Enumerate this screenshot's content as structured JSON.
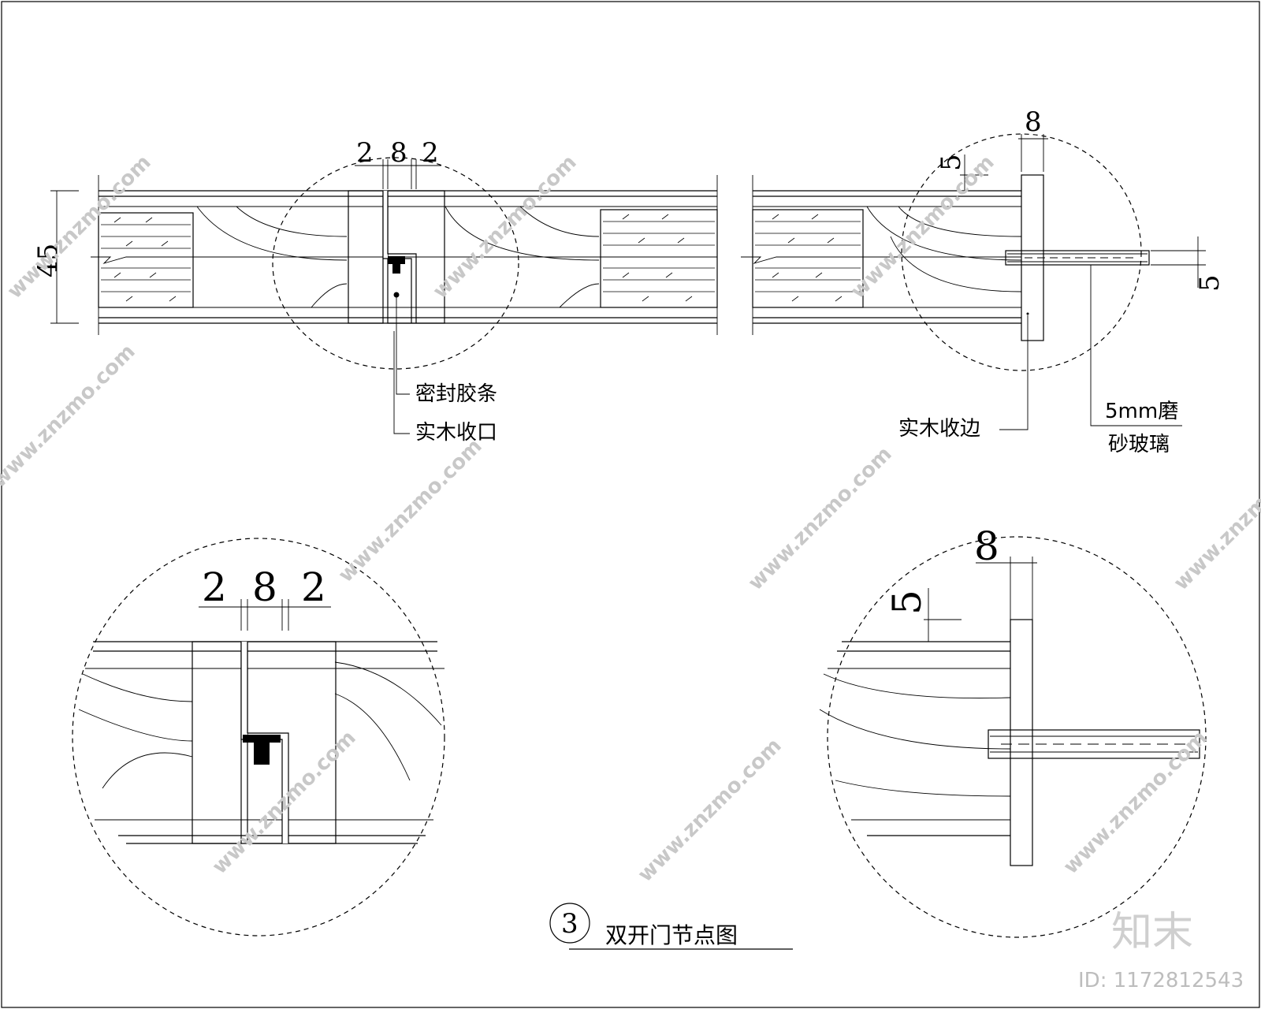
{
  "dimensions": {
    "top_left": [
      "2",
      "8",
      "2"
    ],
    "thickness": "45",
    "top_right_width": "8",
    "top_right_offset": "5",
    "glass_thickness": "5",
    "detail_left": [
      "2",
      "8",
      "2"
    ],
    "detail_right_width": "8",
    "detail_right_offset": "5"
  },
  "labels": {
    "seal_strip": "密封胶条",
    "solid_wood_closure": "实木收口",
    "solid_wood_edge": "实木收边",
    "glass_line1": "5mm磨",
    "glass_line2": "砂玻璃"
  },
  "title": {
    "number": "3",
    "text": "双开门节点图"
  },
  "watermark": {
    "site": "www.znzmo.com",
    "brand": "知末",
    "id": "ID: 1172812543"
  }
}
